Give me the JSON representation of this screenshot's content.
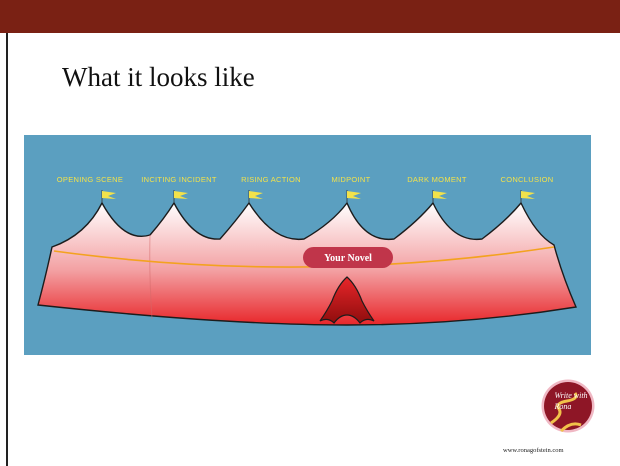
{
  "slide": {
    "title": "What it looks like",
    "website": "www.ronagofstein.com"
  },
  "figure": {
    "stages": [
      {
        "label": "OPENING SCENE"
      },
      {
        "label": "INCITING INCIDENT"
      },
      {
        "label": "RISING ACTION"
      },
      {
        "label": "MIDPOINT"
      },
      {
        "label": "DARK MOMENT"
      },
      {
        "label": "CONCLUSION"
      }
    ],
    "center_label": "Your Novel",
    "colors": {
      "background": "#5b9fc0",
      "tent_top": "#ffffff",
      "tent_bottom": "#e8262a",
      "flag": "#f3e24a",
      "rope": "#f3a21f",
      "label_badge": "#c0354a",
      "top_bar": "#7a2114"
    }
  },
  "logo": {
    "text_line1": "Write with",
    "text_line2": "Rona"
  }
}
